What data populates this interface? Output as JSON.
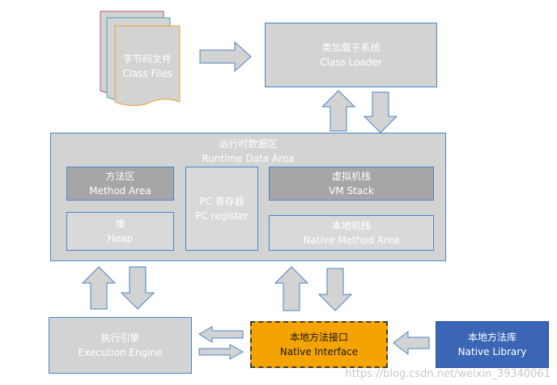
{
  "class_files": {
    "label_cn": "字节码文件",
    "label_en": "Class Files"
  },
  "class_loader": {
    "label_cn": "类加载子系统",
    "label_en": "Class Loader"
  },
  "runtime_area": {
    "label_cn": "运行时数据区",
    "label_en": "Runtime Data Area"
  },
  "method_area": {
    "label_cn": "方法区",
    "label_en": "Method Area"
  },
  "heap": {
    "label_cn": "堆",
    "label_en": "Heap"
  },
  "pc_register": {
    "label_cn": "PC 寄存器",
    "label_en": "PC register"
  },
  "vm_stack": {
    "label_cn": "虚拟机栈",
    "label_en": "VM Stack"
  },
  "native_method_area": {
    "label_cn": "本地机栈",
    "label_en": "Native Method Area"
  },
  "execution_engine": {
    "label_cn": "执行引擎",
    "label_en": "Execution Engine"
  },
  "native_interface": {
    "label_cn": "本地方法接口",
    "label_en": "Native Interface"
  },
  "native_library": {
    "label_cn": "本地方法库",
    "label_en": "Native Library"
  },
  "watermark": "https://blog.csdn.net/weixin_39340061"
}
